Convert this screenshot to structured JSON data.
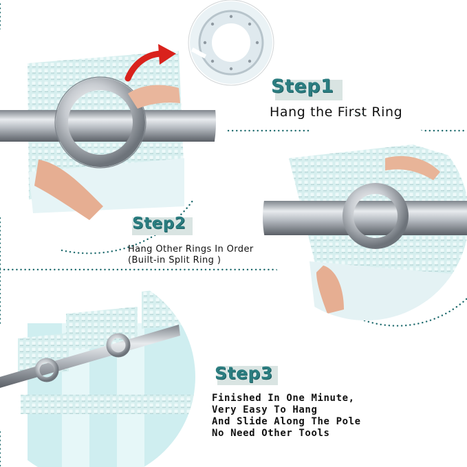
{
  "steps": [
    {
      "title": "Step1",
      "lines": [
        "Hang the First Ring"
      ]
    },
    {
      "title": "Step2",
      "lines": [
        "Hang Other Rings In Order",
        "(Built-in Split Ring )"
      ]
    },
    {
      "title": "Step3",
      "lines": [
        "Finished In One Minute,",
        "Very Easy To Hang",
        "And Slide Along The Pole",
        "No Need Other Tools"
      ]
    }
  ],
  "colors": {
    "accent": "#2b7d80",
    "divider": "#1f6b6e",
    "arrow": "#d9221c",
    "fabric": "#d8f0f0",
    "metal": "#c9ccd0"
  },
  "icons": [
    "red-curved-arrow-icon"
  ]
}
